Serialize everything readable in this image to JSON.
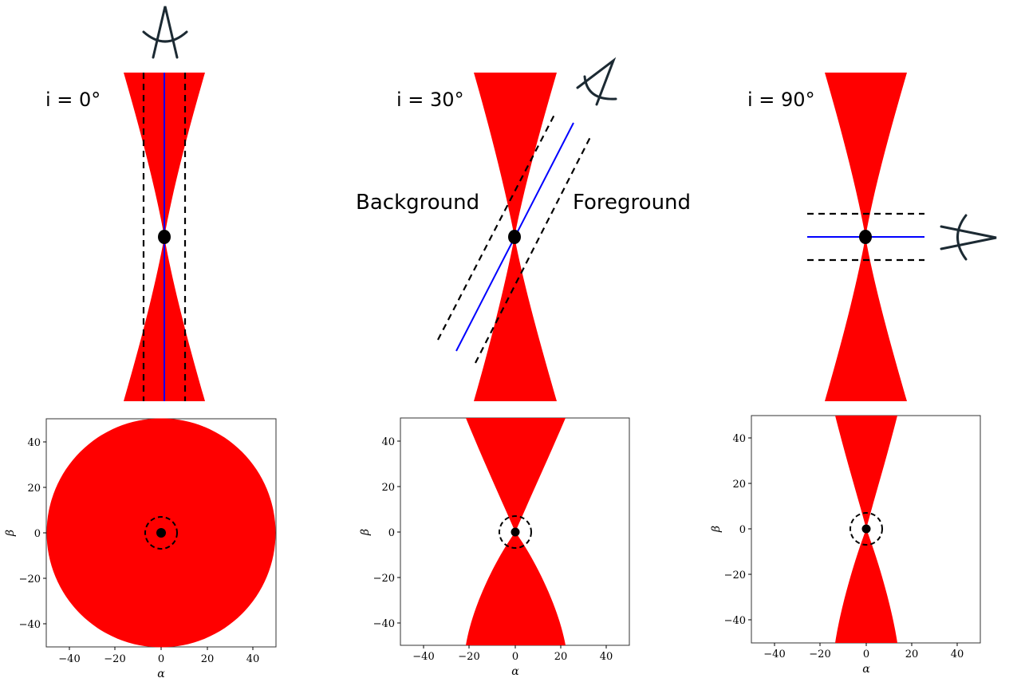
{
  "colors": {
    "cone": "#ff0000",
    "line_of_sight": "#0000ff",
    "dashed": "#000000",
    "eye": "#1c2a33"
  },
  "panels": [
    {
      "inclination_label": "i = 0°",
      "inclination_deg": 0
    },
    {
      "inclination_label": "i = 30°",
      "inclination_deg": 30,
      "background_label": "Background",
      "foreground_label": "Foreground"
    },
    {
      "inclination_label": "i = 90°",
      "inclination_deg": 90
    }
  ],
  "maps": [
    {
      "xlabel": "α",
      "ylabel": "β",
      "xticks": [
        "−40",
        "−20",
        "0",
        "20",
        "40"
      ],
      "yticks": [
        "40",
        "20",
        "0",
        "−20",
        "−40"
      ]
    },
    {
      "xlabel": "α",
      "ylabel": "β",
      "xticks": [
        "−40",
        "−20",
        "0",
        "20",
        "40"
      ],
      "yticks": [
        "40",
        "20",
        "0",
        "−20",
        "−40"
      ]
    },
    {
      "xlabel": "α",
      "ylabel": "β",
      "xticks": [
        "−40",
        "−20",
        "0",
        "20",
        "40"
      ],
      "yticks": [
        "40",
        "20",
        "0",
        "−20",
        "−40"
      ]
    }
  ]
}
